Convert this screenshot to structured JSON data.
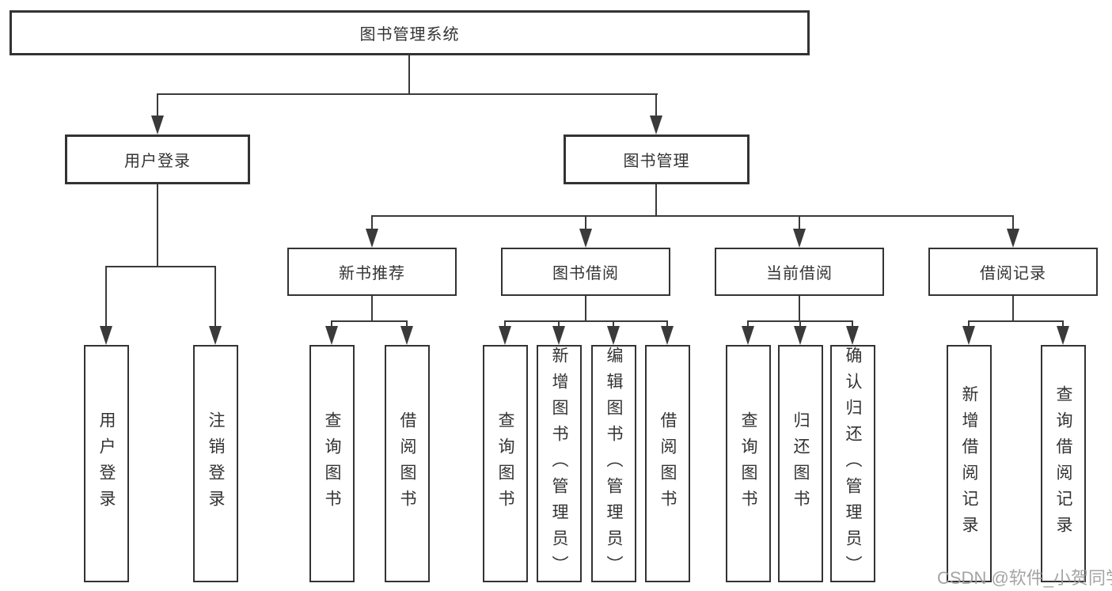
{
  "tree": {
    "root": "图书管理系统",
    "branch_user": "用户登录",
    "branch_book": "图书管理",
    "user_children": [
      "用户登录",
      "注销登录"
    ],
    "book_groups": [
      "新书推荐",
      "图书借阅",
      "当前借阅",
      "借阅记录"
    ],
    "group1_children": [
      "查询图书",
      "借阅图书"
    ],
    "group2_children": [
      "查询图书",
      "新增图书（管理员）",
      "编辑图书（管理员）",
      "借阅图书"
    ],
    "group3_children": [
      "查询图书",
      "归还图书",
      "确认归还（管理员）"
    ],
    "group4_children": [
      "新增借阅记录",
      "查询借阅记录"
    ]
  },
  "watermark": "CSDN @软件_小贺同学",
  "colors": {
    "line": "#3a3a3a",
    "border": "#333333",
    "watermark": "#9b9b9b"
  }
}
